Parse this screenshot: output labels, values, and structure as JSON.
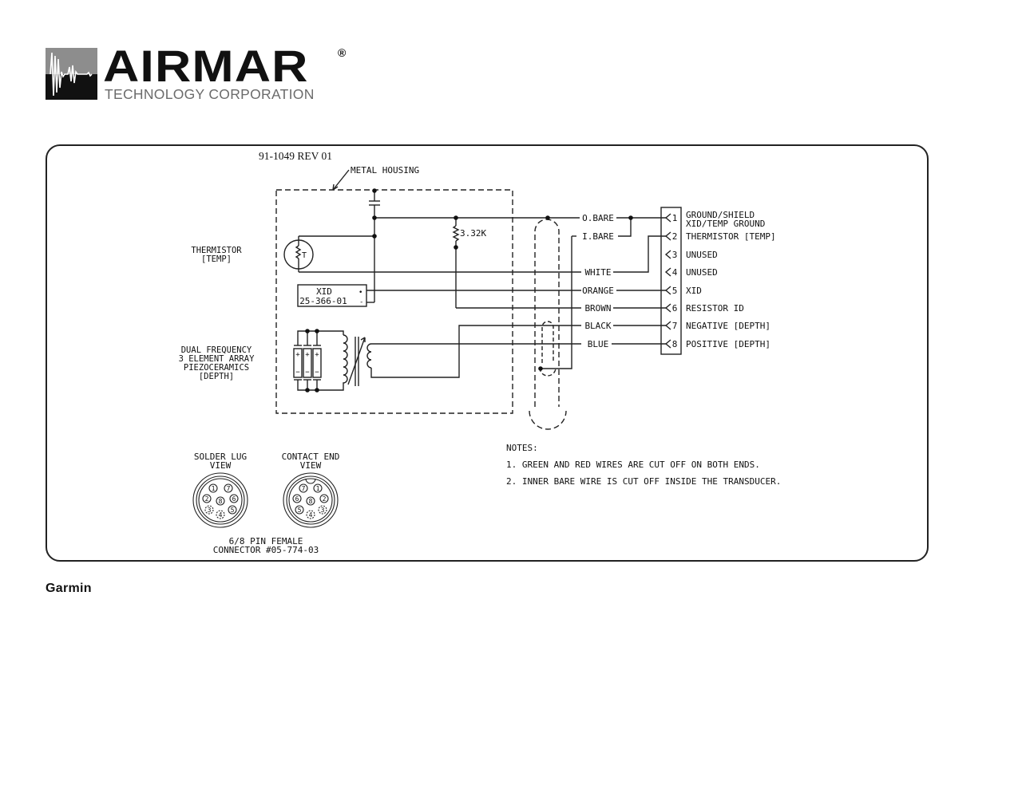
{
  "header": {
    "logo_word": "AIRMAR",
    "logo_registered": "®",
    "logo_subtitle": "TECHNOLOGY CORPORATION"
  },
  "diagram": {
    "doc_number": "91-1049 REV 01",
    "housing_label": "METAL HOUSING",
    "resistor_value": "3.32K",
    "thermistor": {
      "label_line1": "THERMISTOR",
      "label_line2": "[TEMP]",
      "symbol": "T"
    },
    "xid_box": {
      "line1": "XID",
      "line2": "25-366-01",
      "plus": "•",
      "minus": "-"
    },
    "element_array": {
      "line1": "DUAL FREQUENCY",
      "line2": "3 ELEMENT ARRAY",
      "line3": "PIEZOCERAMICS",
      "line4": "[DEPTH]"
    },
    "wires": [
      {
        "label": "O.BARE",
        "pin": "1"
      },
      {
        "label": "I.BARE",
        "pin": ""
      },
      {
        "label": "WHITE",
        "pin": "4→2"
      },
      {
        "label": "ORANGE",
        "pin": "5"
      },
      {
        "label": "BROWN",
        "pin": "6"
      },
      {
        "label": "BLACK",
        "pin": "7"
      },
      {
        "label": "BLUE",
        "pin": "8"
      }
    ],
    "pins": [
      {
        "num": "1",
        "desc": "GROUND/SHIELD",
        "desc2": "XID/TEMP GROUND"
      },
      {
        "num": "2",
        "desc": "THERMISTOR [TEMP]"
      },
      {
        "num": "3",
        "desc": "UNUSED"
      },
      {
        "num": "4",
        "desc": "UNUSED"
      },
      {
        "num": "5",
        "desc": "XID"
      },
      {
        "num": "6",
        "desc": "RESISTOR ID"
      },
      {
        "num": "7",
        "desc": "NEGATIVE [DEPTH]"
      },
      {
        "num": "8",
        "desc": "POSITIVE [DEPTH]"
      }
    ],
    "connector_views": {
      "solder": {
        "line1": "SOLDER LUG",
        "line2": "VIEW"
      },
      "contact": {
        "line1": "CONTACT END",
        "line2": "VIEW"
      },
      "caption1": "6/8 PIN FEMALE",
      "caption2": "CONNECTOR #05-774-03"
    },
    "notes": {
      "title": "NOTES:",
      "items": [
        "1. GREEN AND RED WIRES ARE CUT OFF ON BOTH ENDS.",
        "2. INNER BARE WIRE IS CUT OFF INSIDE THE TRANSDUCER."
      ]
    }
  },
  "footer": {
    "brand": "Garmin"
  }
}
